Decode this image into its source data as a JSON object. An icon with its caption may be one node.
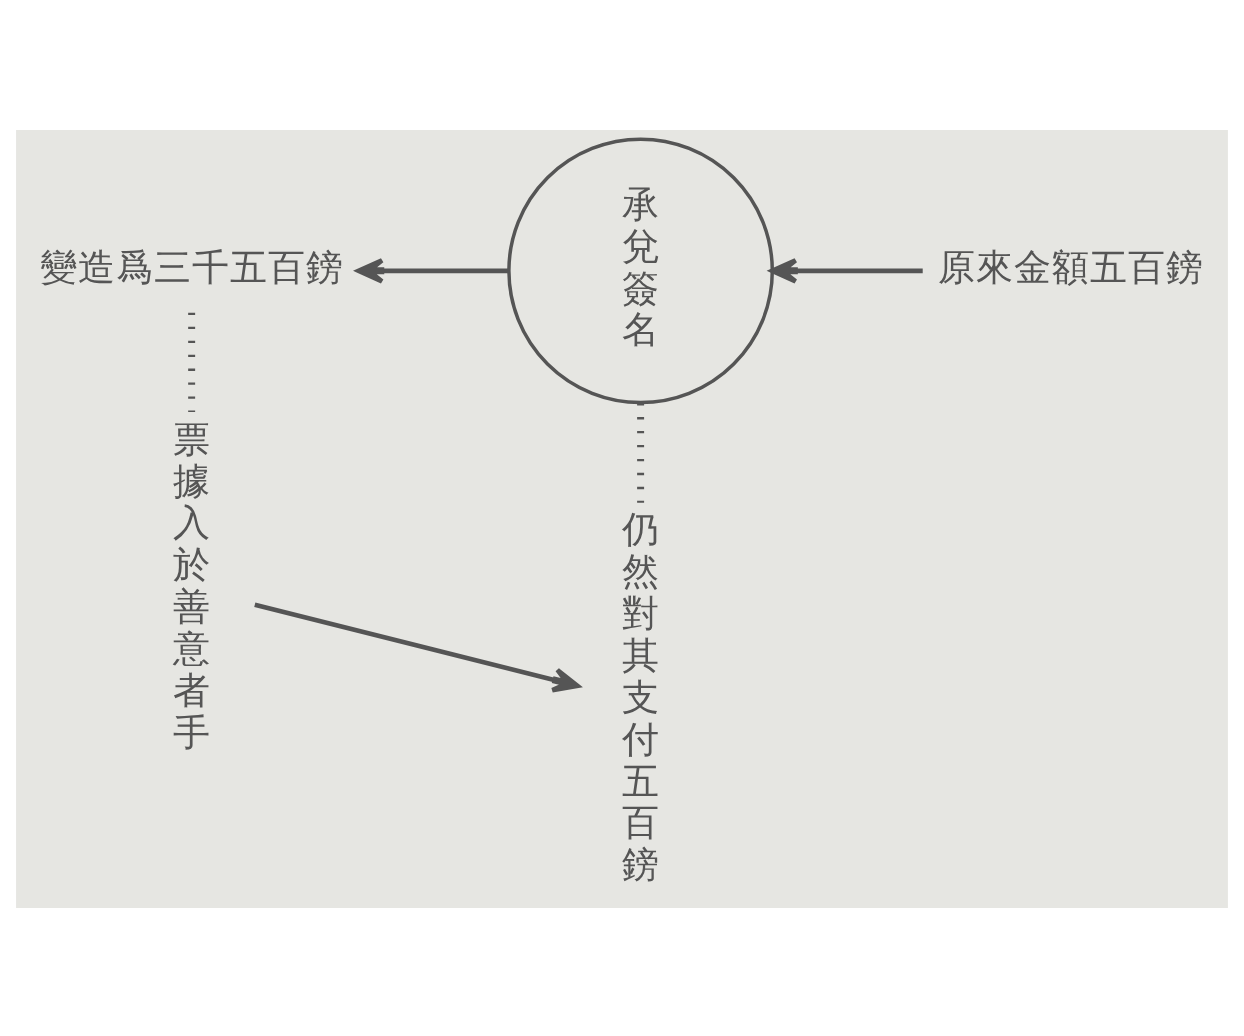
{
  "diagram": {
    "nodes": [
      {
        "text": [
          "變造爲三千五百鎊"
        ]
      },
      {
        "text": [
          "承兌簽名"
        ]
      },
      {
        "text": [
          "原來金額五百鎊"
        ]
      },
      {
        "text": [
          "票據入於善意者手"
        ]
      },
      {
        "text": [
          "仍然對其支付五百鎊"
        ]
      }
    ],
    "edges": [
      {
        "from": 2,
        "to": 1,
        "arrow": "to"
      },
      {
        "from": 1,
        "to": 0,
        "arrow": "to"
      },
      {
        "from": 0,
        "to": 3,
        "arrow": "none",
        "style": "dashed"
      },
      {
        "from": 1,
        "to": 4,
        "arrow": "none",
        "style": "dashed"
      },
      {
        "from": 3,
        "to": 4,
        "arrow": "to"
      }
    ]
  }
}
